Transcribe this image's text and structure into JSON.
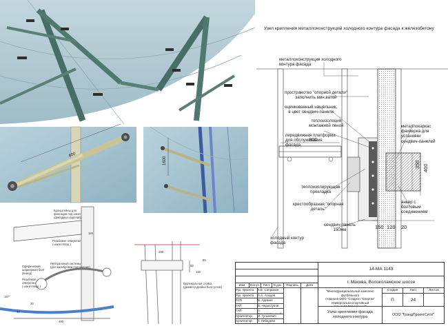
{
  "header": {
    "title": "Узел крепления металлоконструкций холодного контура фасада к железобетону"
  },
  "detail_labels": {
    "metal_structure": "металлоконструкция холодного\nконтура фасада",
    "support_space": "пространство \"опорной детали\"\nзаполнить мин.ватой",
    "flashing": "оцинкованный нащельник,\nв цвет сендвич-панели",
    "insulation": "теплоизоляция\nмонтажной пеной",
    "platform": "передвижная платформа\nдля обслуживания\nфасада",
    "gasket": "теплоизолирующая\nпрокладка",
    "support_part": "крестообразная \"опорная\nдеталь\"",
    "sandwich": "сендвич-панель\n150мм",
    "cold_contour": "холодный контур\nфасада",
    "frame": "металлокаркас\nфахверка для\nустановки\nсендвич-панелей",
    "anchor": "анкер с\nболтовым\nсоединением"
  },
  "dimensions": {
    "platform_width": "800",
    "d350": "350",
    "d400": "400",
    "d150": "150",
    "d120": "120",
    "d20": "20",
    "render_800": "800",
    "render_1600": "1600"
  },
  "sketch_labels": {
    "brackets": "Кронштейны для\nфиксации под заказ\n(фасадных изделий)",
    "hole_top": "Резьбовое отверстие\n( шаги отвод )",
    "sphere": "Сферический\nшарнирный болт\n(Анкер)",
    "neutral": "Нейтральный системы\n(для калибровки подчинения)",
    "hole_bottom": "Резьбовое\nотверстие\n( шаги отвод )",
    "vertical_post": "Вертикальная стойка\n(диаметр двойка болт-углов)",
    "sketch_120": "120",
    "sketch_167": "167°",
    "sketch_30": "30",
    "sketch_40": "40",
    "sketch_400": "400",
    "sketch_160": "160",
    "sketch_69": "69",
    "sketch_120b": "120",
    "sketch_85": "85"
  },
  "stamp": {
    "project_code": "14-МА 1143",
    "location": "г. Москва, Волоколамское шоссе",
    "description": "\"Многофункциональный комплекс футбольного\nстадиона ООО \"Стадион \"Спартак\"\nУниверсально-спортивный\nзал на 12 000 сидений\"",
    "sheet_title": "Узлы крепления фасада\nхолодного контура",
    "company": "ООО \"ГрандПроектСити\"",
    "headers": {
      "izm": "Изм.",
      "kol": "Кол.уч.",
      "list": "Лист",
      "ndok": "N док.",
      "podp": "Подпись",
      "date": "Дата"
    },
    "stage_header": "Стадия",
    "sheet_header": "Лист",
    "sheets_header": "Листов",
    "stage": "П",
    "sheet": "24",
    "sheets": "",
    "people": [
      {
        "role": "Рук. проекта",
        "name": "К.В. Сапрыкин"
      },
      {
        "role": "Рук. проекта",
        "name": "А.А. Асадов"
      },
      {
        "role": "ГИП",
        "name": "В. Адимов"
      },
      {
        "role": "ГАП",
        "name": "В. Недоступов"
      },
      {
        "role": "ГАП",
        "name": "А. Рождественский"
      },
      {
        "role": "Архитектор",
        "name": "И. Гулькевич"
      },
      {
        "role": "Архитектор",
        "name": "Т. Лебедева"
      }
    ]
  }
}
